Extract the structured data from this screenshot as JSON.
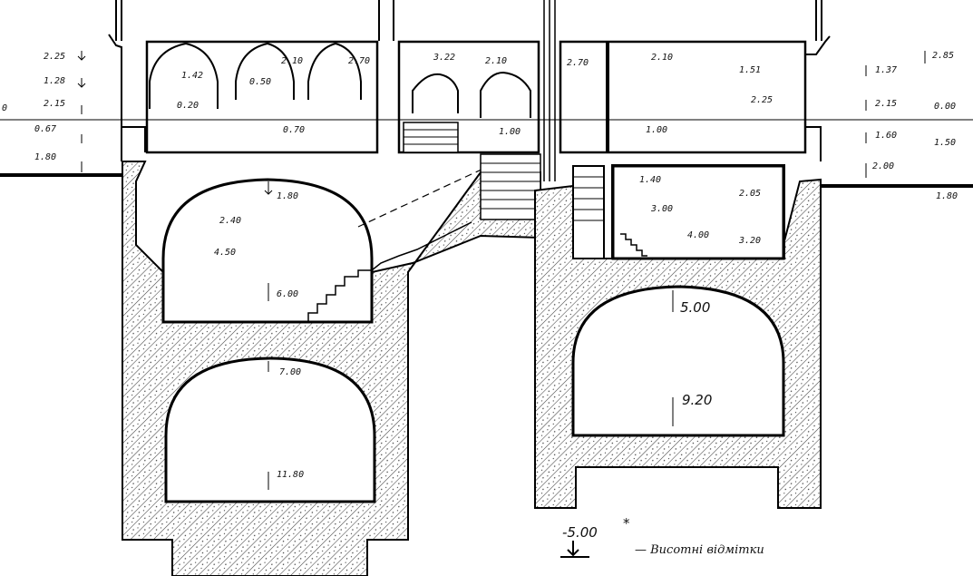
{
  "drawing": {
    "levels_left": [
      "2.25",
      "1.28",
      "2.15",
      "0.67",
      "1.80"
    ],
    "levels_room_left": [
      "1.42",
      "0.20",
      "2.10",
      "0.50",
      "2.70",
      "0.70"
    ],
    "levels_room_mid": [
      "3.22",
      "2.10",
      "1.00"
    ],
    "levels_room_right": [
      "2.70",
      "2.10",
      "1.51",
      "2.25",
      "1.00"
    ],
    "levels_far_right": [
      "2.85",
      "1.37",
      "2.15",
      "0.00",
      "1.60",
      "1.50",
      "2.00",
      "1.80"
    ],
    "levels_cellar_left": [
      "1.80",
      "2.40",
      "4.50",
      "6.00"
    ],
    "levels_cellar_left_lower": [
      "7.00",
      "11.80"
    ],
    "levels_cellar_right": [
      "1.40",
      "2.05",
      "3.00",
      "4.00",
      "3.20"
    ],
    "levels_cellar_right_lower": [
      "5.00",
      "9.20"
    ],
    "legend_value": "-5.00",
    "legend_mark": "*",
    "legend_text": "— Висотні відмітки",
    "edge_zero": "0"
  }
}
